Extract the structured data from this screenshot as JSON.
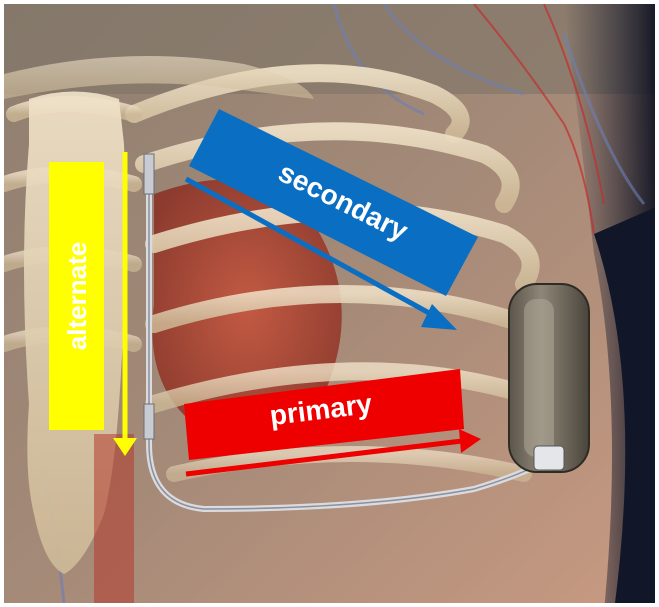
{
  "illustration": {
    "subject": "anatomy-chest-implant",
    "colors": {
      "alternate": "#ffff00",
      "alternate_text": "#000000",
      "secondary": "#0a6fc2",
      "primary": "#ee0000"
    }
  },
  "labels": {
    "alternate": "alternate",
    "secondary": "secondary",
    "primary": "primary"
  }
}
